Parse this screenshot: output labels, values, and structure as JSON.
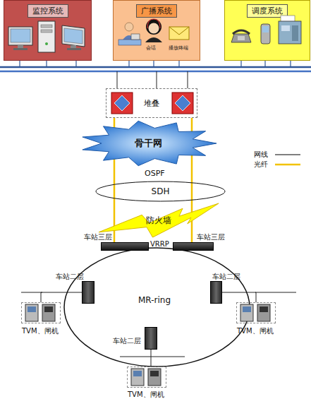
{
  "diagram": {
    "nodes": [
      {
        "text": [
          "监控系统"
        ]
      },
      {
        "text": [
          "广播系统"
        ]
      },
      {
        "text": [
          "调度系统"
        ]
      },
      {
        "text": [
          "堆叠"
        ]
      },
      {
        "text": [
          "骨干网"
        ]
      },
      {
        "text": [
          "SDH"
        ]
      },
      {
        "text": [
          "防火墙"
        ]
      },
      {
        "text": [
          "车站三层"
        ]
      },
      {
        "text": [
          "车站三层"
        ]
      },
      {
        "text": [
          "MR-ring"
        ]
      },
      {
        "text": [
          "车站二层"
        ]
      },
      {
        "text": [
          "车站二层"
        ]
      },
      {
        "text": [
          "车站二层"
        ]
      },
      {
        "text": [
          "TVM、闸机"
        ]
      },
      {
        "text": [
          "TVM、闸机"
        ]
      },
      {
        "text": [
          "TVM、闸机"
        ]
      }
    ],
    "edges": [
      {
        "from": 3,
        "to": 7,
        "arrow": "none"
      },
      {
        "from": 3,
        "to": 8,
        "arrow": "none"
      },
      {
        "from": 10,
        "to": 13,
        "arrow": "none"
      },
      {
        "from": 11,
        "to": 14,
        "arrow": "none"
      },
      {
        "from": 12,
        "to": 15,
        "arrow": "none"
      }
    ],
    "labels": [
      "OSPF",
      "VRRP",
      "会话",
      "播放终端"
    ],
    "legend": [
      {
        "text": "网线"
      },
      {
        "text": "光纤"
      }
    ]
  }
}
